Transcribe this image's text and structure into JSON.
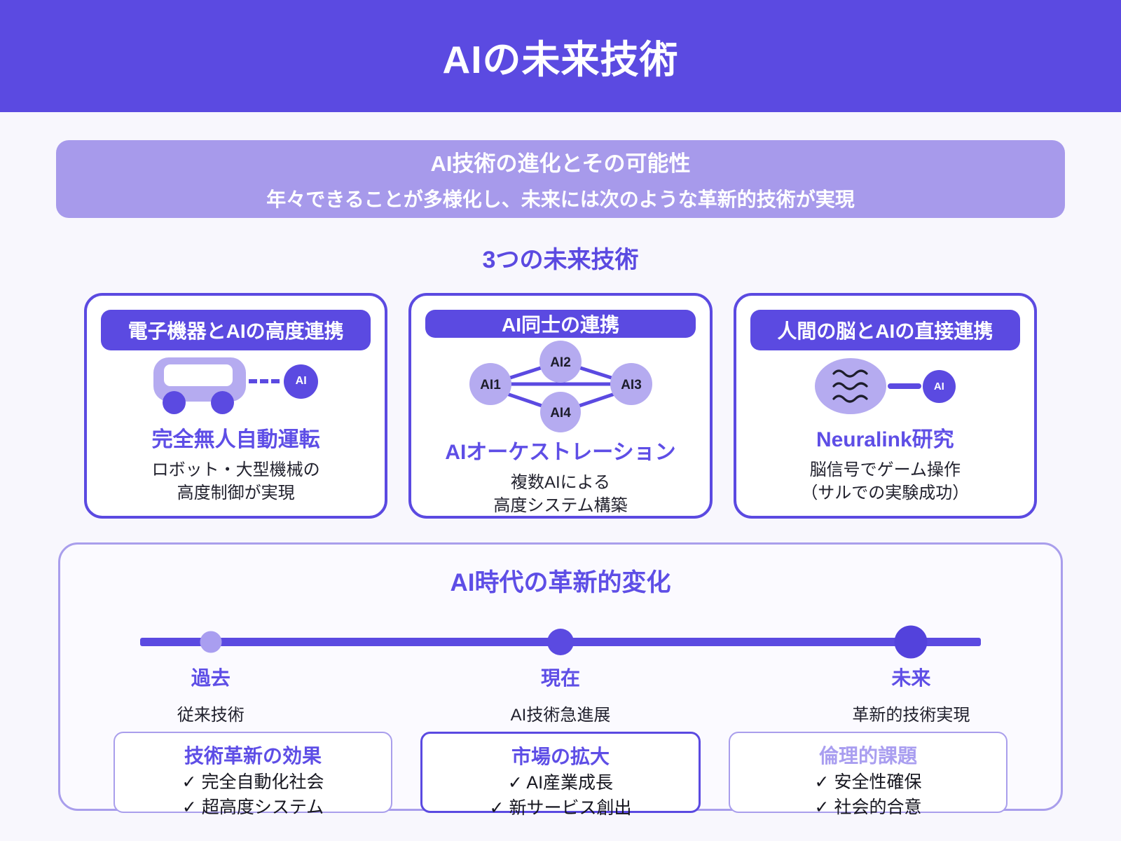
{
  "page": {
    "title": "AIの未来技術"
  },
  "intro_banner": {
    "title": "AI技術の進化とその可能性",
    "subtitle": "年々できることが多様化し、未来には次のような革新的技術が実現"
  },
  "section1": {
    "title": "3つの未来技術",
    "cards": [
      {
        "header": "電子機器とAIの高度連携",
        "icon": "autonomous-vehicle-icon",
        "ai_label": "AI",
        "subtitle": "完全無人自動運転",
        "line1": "ロボット・大型機械の",
        "line2": "高度制御が実現"
      },
      {
        "header": "AI同士の連携",
        "icon": "ai-network-icon",
        "nodes": [
          "AI1",
          "AI2",
          "AI3",
          "AI4"
        ],
        "subtitle": "AIオーケストレーション",
        "line1": "複数AIによる",
        "line2": "高度システム構築"
      },
      {
        "header": "人間の脳とAIの直接連携",
        "icon": "brain-waves-icon",
        "ai_label": "AI",
        "subtitle": "Neuralink研究",
        "line1": "脳信号でゲーム操作",
        "line2": "（サルでの実験成功）"
      }
    ]
  },
  "section2": {
    "title": "AI時代の革新的変化",
    "timeline": [
      {
        "label": "過去",
        "desc": "従来技術"
      },
      {
        "label": "現在",
        "desc": "AI技術急進展"
      },
      {
        "label": "未来",
        "desc": "革新的技術実現"
      }
    ],
    "cards": [
      {
        "title": "技術革新の効果",
        "items": [
          "✓ 完全自動化社会",
          "✓ 超高度システム"
        ]
      },
      {
        "title": "市場の拡大",
        "items": [
          "✓ AI産業成長",
          "✓ 新サービス創出"
        ]
      },
      {
        "title": "倫理的課題",
        "items": [
          "✓ 安全性確保",
          "✓ 社会的合意"
        ]
      }
    ]
  },
  "colors": {
    "primary": "#5B4AE1",
    "primary_dark": "#5342DC",
    "light_border": "#A99EEC",
    "banner_bg": "#A79AEB",
    "node_fill": "#B5ABF0",
    "page_bg": "#F8F7FD",
    "section_bg": "#FBFAFF",
    "heading_purple": "#5E4EE6",
    "muted_heading": "#A99EF0",
    "text_dark": "#22222E"
  }
}
